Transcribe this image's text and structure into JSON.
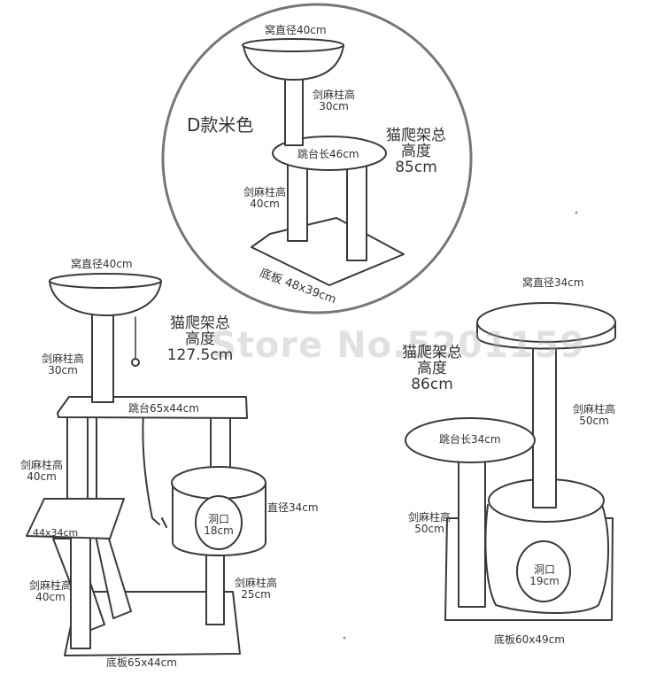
{
  "watermark": "Store No.5201159",
  "d_model": {
    "title": "D款米色",
    "nest_diameter": "窝直径40cm",
    "post_top": {
      "name": "剑麻柱高",
      "value": "30cm"
    },
    "platform": "跳台长46cm",
    "post_bottom": {
      "name": "剑麻柱高",
      "value": "40cm"
    },
    "total_height": {
      "line1": "猫爬架总",
      "line2": "高度",
      "value": "85cm"
    },
    "base": "底板 48x39cm"
  },
  "left_model": {
    "nest_diameter": "窝直径40cm",
    "total_height": {
      "line1": "猫爬架总",
      "line2": "高度",
      "value": "127.5cm"
    },
    "post_top": {
      "name": "剑麻柱高",
      "value": "30cm"
    },
    "platform": "跳台65x44cm",
    "post_mid": {
      "name": "剑麻柱高",
      "value": "40cm"
    },
    "small_platform": "44x34cm",
    "hole_label": {
      "name": "洞口",
      "value": "18cm"
    },
    "condo_diameter": "直径34cm",
    "post_right": {
      "name": "剑麻柱高",
      "value": "25cm"
    },
    "post_bottom": {
      "name": "剑麻柱高",
      "value": "40cm"
    },
    "base": "底板65x44cm"
  },
  "right_model": {
    "nest_diameter": "窝直径34cm",
    "total_height": {
      "line1": "猫爬架总",
      "line2": "高度",
      "value": "86cm"
    },
    "post_top": {
      "name": "剑麻柱高",
      "value": "50cm"
    },
    "platform": "跳台长34cm",
    "post_bottom": {
      "name": "剑麻柱高",
      "value": "50cm"
    },
    "hole_label": {
      "name": "洞口",
      "value": "19cm"
    },
    "base": "底板60x49cm"
  }
}
